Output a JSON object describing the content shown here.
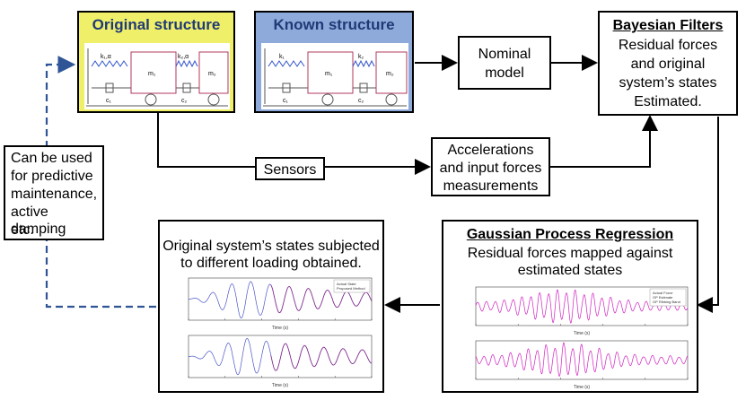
{
  "original": {
    "title": "Original structure",
    "labels": {
      "k1": "k₁,α",
      "k2": "k₂,α",
      "c1": "c₁",
      "c2": "c₂",
      "m1": "m₁",
      "m2": "m₂"
    },
    "color": "#f0ef6a"
  },
  "known": {
    "title": "Known structure",
    "labels": {
      "k1": "k₁",
      "k2": "k₂",
      "c1": "c₁",
      "c2": "c₂",
      "m1": "m₁",
      "m2": "m₂"
    },
    "color": "#8eaadb"
  },
  "nominal": {
    "line1": "Nominal",
    "line2": "model"
  },
  "bayes": {
    "title": "Bayesian Filters",
    "lines": [
      "Residual forces",
      "and original",
      "system’s states",
      "Estimated."
    ]
  },
  "sensors": {
    "label": "Sensors"
  },
  "measurements": {
    "lines": [
      "Accelerations",
      "and input forces",
      "measurements"
    ]
  },
  "gpr": {
    "title": "Gaussian Process Regression",
    "lines": [
      "Residual forces mapped against",
      "estimated states"
    ],
    "x_label": "Time (s)",
    "legend": [
      "Actual Force",
      "GP Estimate",
      "GP Ribbing Band"
    ]
  },
  "states": {
    "lines": [
      "Original system’s states subjected",
      "to different loading obtained."
    ],
    "x_label": "Time (s)",
    "legend": [
      "Actual State",
      "Proposed Method"
    ]
  },
  "uses": {
    "lines": [
      "Can be used",
      "for predictive",
      "maintenance,",
      "active damping",
      "etc."
    ]
  }
}
